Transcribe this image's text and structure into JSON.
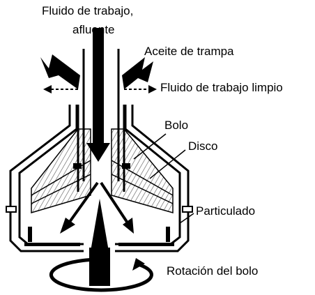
{
  "labels": {
    "inlet_line1": "Fluido de trabajo,",
    "inlet_line2": "afluente",
    "trap_oil": "Aceite de trampa",
    "clean_fluid": "Fluido de trabajo limpio",
    "bowl": "Bolo",
    "disc": "Disco",
    "particulate": "Particulado",
    "bowl_rotation": "Rotación del bolo"
  },
  "colors": {
    "ink": "#000000",
    "paper": "#ffffff",
    "hatch": "#555555"
  }
}
